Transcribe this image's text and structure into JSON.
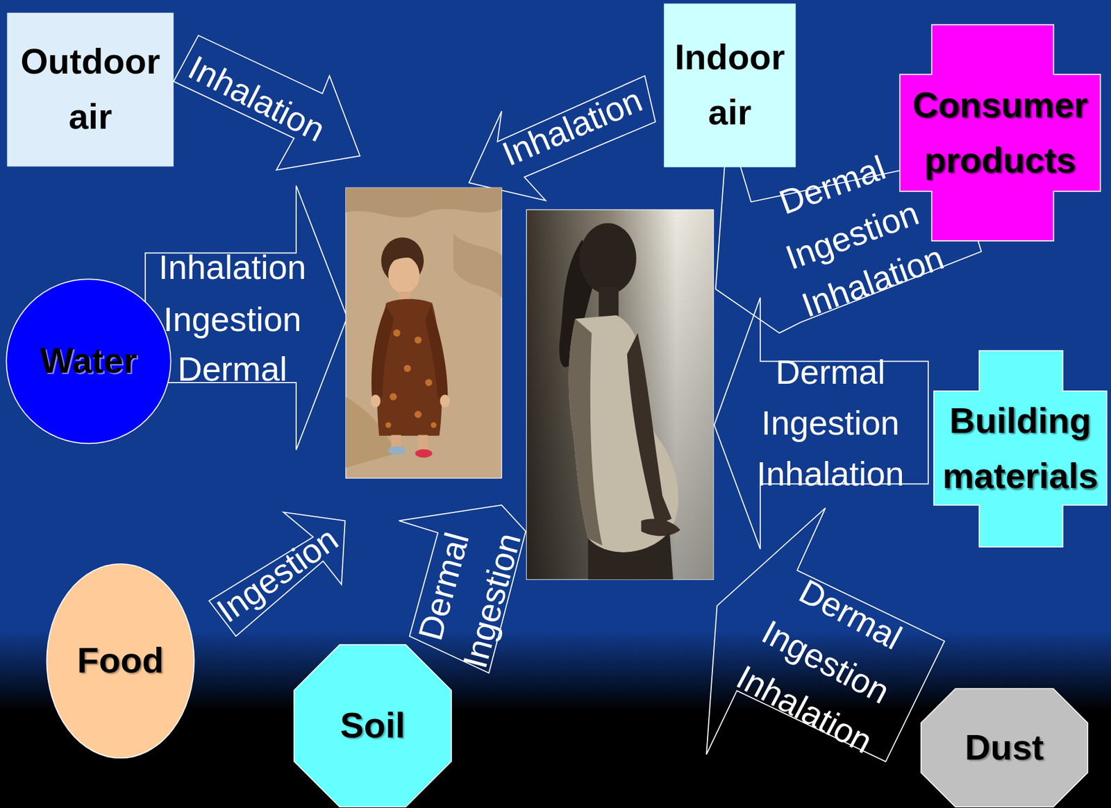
{
  "diagram": {
    "nodes": [
      {
        "text": [
          "Outdoor air"
        ]
      },
      {
        "text": [
          "Indoor air"
        ]
      },
      {
        "text": [
          "Consumer products"
        ]
      },
      {
        "text": [
          "Water"
        ]
      },
      {
        "text": [
          "Building materials"
        ]
      },
      {
        "text": [
          "Food"
        ]
      },
      {
        "text": [
          "Soil"
        ]
      },
      {
        "text": [
          "Dust"
        ]
      }
    ],
    "labels": [
      "Inhalation",
      "Inhalation",
      "Dermal",
      "Ingestion",
      "Inhalation",
      "Inhalation",
      "Ingestion",
      "Dermal",
      "Dermal",
      "Ingestion",
      "Inhalation",
      "Ingestion",
      "Dermal",
      "Ingestion",
      "Dermal",
      "Ingestion",
      "Inhalation"
    ]
  }
}
